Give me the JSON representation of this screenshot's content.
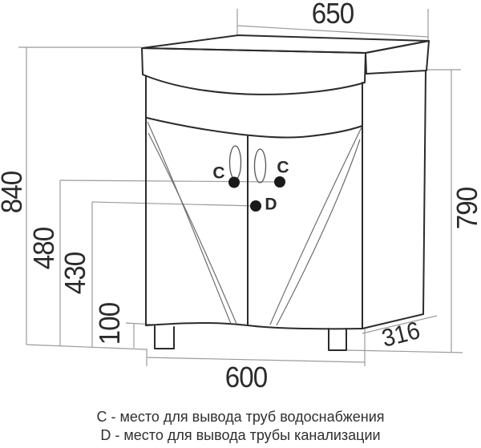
{
  "drawing": {
    "title_hint": "vanity-cabinet-dimension-drawing",
    "dimensions": {
      "top_width": "650",
      "overall_height": "840",
      "body_height": "790",
      "water_outlet_height": "480",
      "drain_outlet_height": "430",
      "leg_height": "100",
      "cabinet_width": "600",
      "depth": "316"
    },
    "markers": {
      "c": "C",
      "d": "D"
    },
    "colors": {
      "outline": "#2b2b2b",
      "dimension_lines": "#9b9b9b",
      "decor_curves": "#6e6e6e",
      "marker_dots": "#1a1a1a",
      "text": "#2b2b2b"
    }
  },
  "legend": {
    "c_note": "C - место для вывода труб водоснабжения",
    "d_note": "D - место для вывода трубы канализации"
  }
}
